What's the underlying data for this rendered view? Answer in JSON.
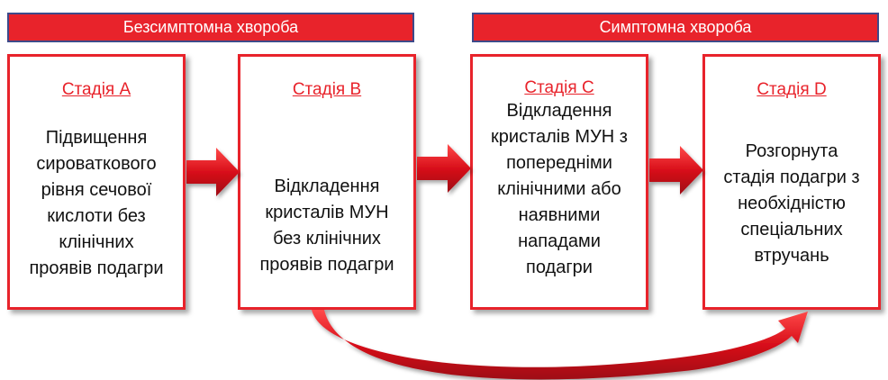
{
  "banners": {
    "left": "Безсимптомна хвороба",
    "right": "Симптомна хвороба"
  },
  "stages": [
    {
      "title": "Стадія А",
      "lines": [
        "Підвищення",
        "сироваткового",
        "рівня сечової",
        "кислоти без",
        "клінічних",
        "проявів подагри"
      ]
    },
    {
      "title": "Стадія В",
      "lines": [
        "Відкладення",
        "кристалів МУН",
        "без клінічних",
        "проявів подагри"
      ]
    },
    {
      "title": "Стадія С",
      "lines": [
        "Відкладення",
        "кристалів МУН з",
        "попередніми",
        "клінічними або",
        "наявними",
        "нападами",
        "подагри"
      ]
    },
    {
      "title": "Стадія D",
      "lines": [
        "Розгорнута",
        "стадія подагри з",
        "необхідністю",
        "спеціальних",
        "втручань"
      ]
    }
  ],
  "colors": {
    "accent": "#e8232b",
    "banner_border": "#3d4a8a",
    "text": "#111111"
  }
}
